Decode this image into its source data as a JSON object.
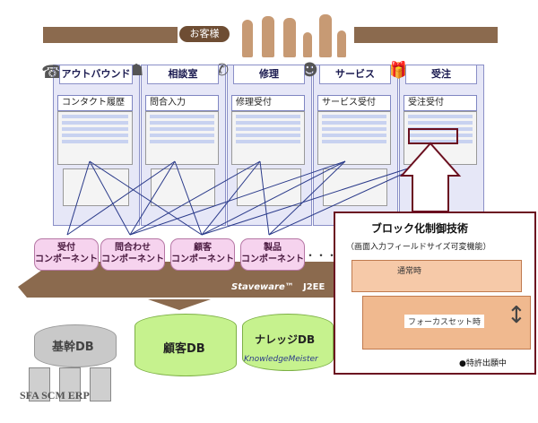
{
  "customer_label": "お客様",
  "channels": [
    {
      "tab": "アウトバウンド",
      "form_title": "コンタクト履歴",
      "icon": "phone-icon"
    },
    {
      "tab": "相談室",
      "form_title": "問合入力",
      "icon": "person-desk-icon"
    },
    {
      "tab": "修理",
      "form_title": "修理受付",
      "icon": "tool-icon"
    },
    {
      "tab": "サービス",
      "form_title": "サービス受付",
      "icon": "person-icon"
    },
    {
      "tab": "受注",
      "form_title": "受注受付",
      "icon": "gift-icon"
    }
  ],
  "components": [
    {
      "line1": "受付",
      "line2": "コンポーネント"
    },
    {
      "line1": "問合わせ",
      "line2": "コンポーネント"
    },
    {
      "line1": "顧客",
      "line2": "コンポーネント"
    },
    {
      "line1": "製品",
      "line2": "コンポーネント"
    }
  ],
  "components_ellipsis": "・・・",
  "platform": {
    "brand": "Staveware™",
    "tech": "J2EE"
  },
  "databases": {
    "core": "基幹DB",
    "customer": "顧客DB",
    "knowledge": "ナレッジDB",
    "knowledge_logo": "KnowledgeMeister"
  },
  "systems_label": "SFA SCM ERP",
  "callout": {
    "title": "ブロック化制御技術",
    "subtitle": "（画面入力フィールドサイズ可変機能）",
    "normal_label": "通常時",
    "focus_label": "フォーカスセット時",
    "patent": "●特許出願中"
  },
  "colors": {
    "panel": "#e6e7f7",
    "component": "#f6d3ee",
    "highlight": "#6b1020",
    "band": "#8b6a4e"
  }
}
